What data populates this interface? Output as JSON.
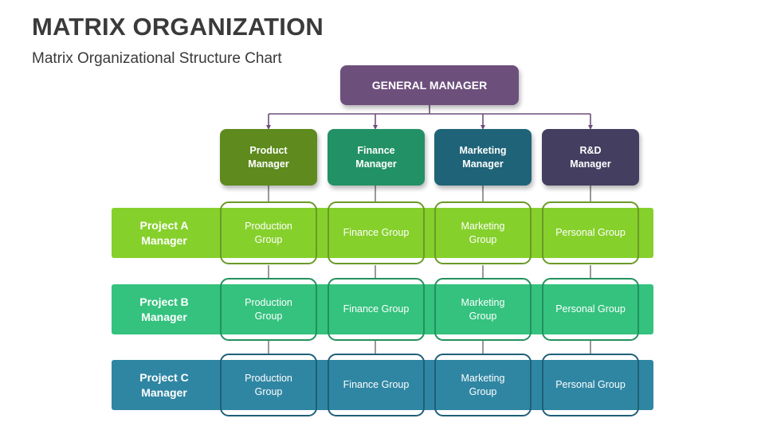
{
  "header": {
    "title": "MATRIX ORGANIZATION",
    "subtitle": "Matrix Organizational Structure Chart"
  },
  "general_manager": {
    "label": "GENERAL MANAGER",
    "color": "#6d4f7c"
  },
  "managers": [
    {
      "label": "Product\nManager",
      "color": "#5e8a1e"
    },
    {
      "label": "Finance\nManager",
      "color": "#239166"
    },
    {
      "label": "Marketing\nManager",
      "color": "#1f6378"
    },
    {
      "label": "R&D\nManager",
      "color": "#443f60"
    }
  ],
  "projects": [
    {
      "label": "Project A\nManager",
      "color": "#86d02c",
      "frame_color": "#6a9a28",
      "cells": [
        "Production\nGroup",
        "Finance Group",
        "Marketing\nGroup",
        "Personal Group"
      ]
    },
    {
      "label": "Project B\nManager",
      "color": "#34c27e",
      "frame_color": "#22915e",
      "cells": [
        "Production\nGroup",
        "Finance Group",
        "Marketing\nGroup",
        "Personal Group"
      ]
    },
    {
      "label": "Project C\nManager",
      "color": "#2f86a3",
      "frame_color": "#1f5f78",
      "cells": [
        "Production\nGroup",
        "Finance Group",
        "Marketing\nGroup",
        "Personal Group"
      ]
    }
  ]
}
